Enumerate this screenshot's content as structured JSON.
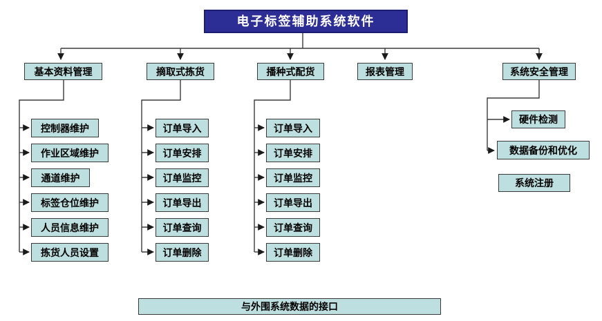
{
  "title": "电子标签辅助系统软件",
  "modules": [
    {
      "label": "基本资料管理",
      "items": [
        "控制器维护",
        "作业区域维护",
        "通道维护",
        "标签仓位维护",
        "人员信息维护",
        "拣货人员设置"
      ]
    },
    {
      "label": "摘取式拣货",
      "items": [
        "订单导入",
        "订单安排",
        "订单监控",
        "订单导出",
        "订单查询",
        "订单删除"
      ]
    },
    {
      "label": "播种式配货",
      "items": [
        "订单导入",
        "订单安排",
        "订单监控",
        "订单导出",
        "订单查询",
        "订单删除"
      ]
    },
    {
      "label": "报表管理",
      "items": []
    },
    {
      "label": "系统安全管理",
      "items": [
        "硬件检测",
        "数据备份和优化",
        "系统注册"
      ]
    }
  ],
  "footer": "与外围系统数据的接口",
  "colors": {
    "root_bg": "#2d2d96",
    "root_border": "#1c1c70",
    "root_text": "#ffffff",
    "node_bg": "#bedfdf",
    "node_border": "#383838",
    "line": "#3a3a3a",
    "background": "#ffffff"
  }
}
